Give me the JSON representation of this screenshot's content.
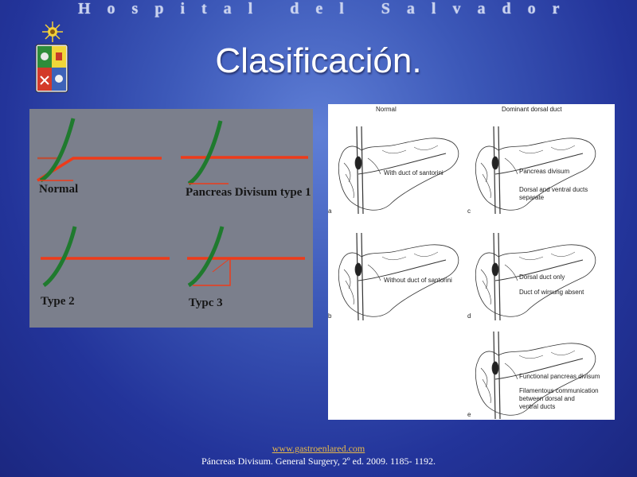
{
  "header": {
    "institution": "Hospital del Salvador"
  },
  "slide": {
    "title": "Clasificación."
  },
  "left_figure": {
    "labels": {
      "normal": "Normal",
      "type1": "Pancreas Divisum type 1",
      "type2": "Type 2",
      "type3": "Typc 3"
    }
  },
  "right_figure": {
    "column_headers": {
      "left": "Normal",
      "right": "Dominant dorsal duct"
    },
    "panel_letters": {
      "a": "a",
      "b": "b",
      "c": "c",
      "d": "d",
      "e": "e"
    },
    "captions": {
      "a": "With duct of santorini",
      "b": "Without duct of santorini",
      "c1": "Pancreas divisum",
      "c2a": "Dorsal and ventral ducts",
      "c2b": "separate",
      "d1": "Dorsal duct only",
      "d2": "Duct of wirsung absent",
      "e1": "Functional pancreas divisum",
      "e2a": "Filamentous communication",
      "e2b": "between dorsal and",
      "e2c": "ventral ducts"
    }
  },
  "footer": {
    "link": "www.gastroenlared.com",
    "citation": "Páncreas Divisum. General Surgery, 2º ed. 2009. 1185- 1192."
  },
  "colors": {
    "duct_red": "#ee3b1a",
    "duct_green": "#1f7a2e",
    "panel_gray": "#7b7f8c"
  }
}
